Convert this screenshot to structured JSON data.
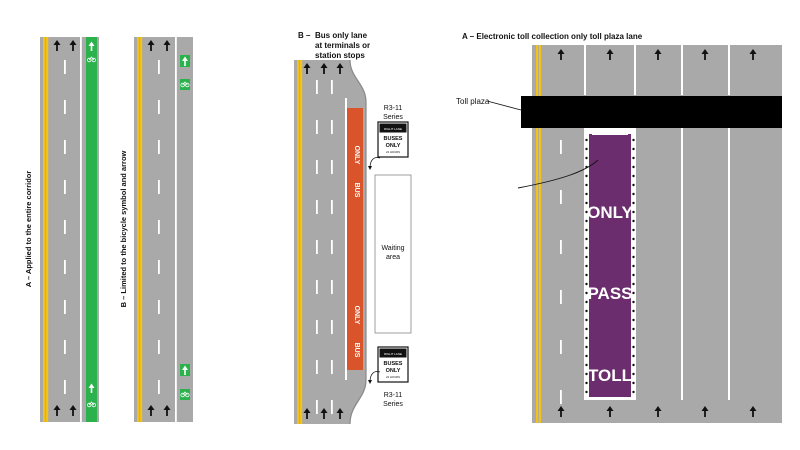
{
  "panel_a_left": {
    "caption": "A – Applied to the entire corridor"
  },
  "panel_b_left": {
    "caption": "B – Limited to the bicycle symbol and arrow"
  },
  "panel_b_bus": {
    "title_letter": "B –",
    "title_lines": [
      "Bus only lane",
      "at terminals or",
      "station stops"
    ],
    "sign_series_label_lines": [
      "R3-11",
      "Series"
    ],
    "sign_text": {
      "top": "RIGHT LANE",
      "main_line1": "BUSES",
      "main_line2": "ONLY",
      "small": "24 HOURS"
    },
    "waiting_area_lines": [
      "Waiting",
      "area"
    ],
    "lane_markings_upper": [
      "ONLY",
      "BUS"
    ],
    "lane_markings_lower": [
      "ONLY",
      "BUS"
    ],
    "colors": {
      "bus_lane": "#d9532b"
    }
  },
  "panel_toll": {
    "title": "A –  Electronic toll collection only toll plaza lane",
    "callout_label": "Toll plaza",
    "lane_markings": [
      "ONLY",
      "PASS",
      "TOLL"
    ],
    "colors": {
      "toll_lane": "#6b2d6e"
    }
  },
  "colors": {
    "pavement": "#a9a9a9",
    "yellow_edge": "#f2c21b",
    "bike_lane": "#2bb24c",
    "toll_plaza": "#000000"
  }
}
